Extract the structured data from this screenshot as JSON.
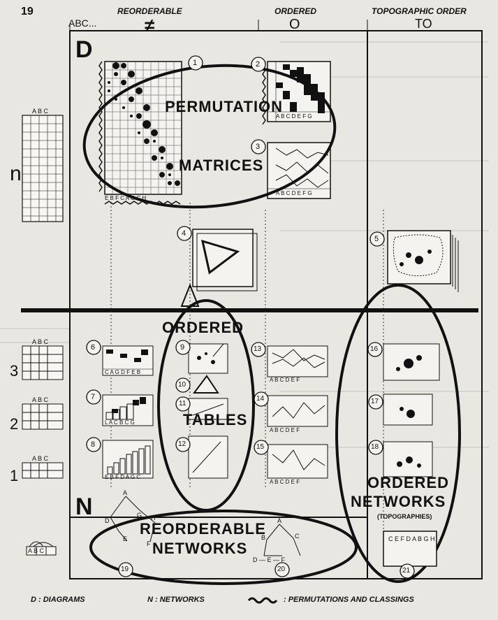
{
  "page_number": "19",
  "headers": {
    "reorderable": "REORDERABLE",
    "ordered": "ORDERED",
    "topographic": "TOPOGRAPHIC ORDER",
    "abc": "ABC...",
    "neq_symbol": "≠",
    "o_symbol": "O",
    "to_symbol": "TO"
  },
  "sections": {
    "d": "D",
    "n": "N"
  },
  "rows": {
    "n": "n",
    "r3": "3",
    "r2": "2",
    "r1": "1"
  },
  "groups": {
    "permutation": "PERMUTATION",
    "matrices": "MATRICES",
    "ordered": "ORDERED",
    "tables": "TABLES",
    "reorderable": "REORDERABLE",
    "networks": "NETWORKS",
    "ordered2": "ORDERED",
    "networks2": "NETWORKS",
    "topographies": "(TOPOGRAPHIES)"
  },
  "numbers": [
    "1",
    "2",
    "3",
    "4",
    "5",
    "6",
    "7",
    "8",
    "9",
    "10",
    "11",
    "12",
    "13",
    "14",
    "15",
    "16",
    "17",
    "18",
    "19",
    "20",
    "21"
  ],
  "grid_headers": {
    "abc": "A B C",
    "abc_net": "A B C"
  },
  "column_labels": {
    "m1": "E B F C A G C H",
    "abcdefg": "A B C D E F G",
    "c6": "C A G D F E B",
    "c7": "L A C B C G",
    "c8": "E B F D A G C",
    "abcdef": "A B C D E F"
  },
  "network19": [
    "A",
    "D",
    "G",
    "H",
    "E",
    "F"
  ],
  "network20": [
    "A",
    "B",
    "C",
    "D — E — F"
  ],
  "map21_labels": "C E F D A B G H",
  "legend": {
    "diagrams": "D : DIAGRAMS",
    "networks": "N : NETWORKS",
    "permutations": ": PERMUTATIONS AND CLASSINGS"
  }
}
